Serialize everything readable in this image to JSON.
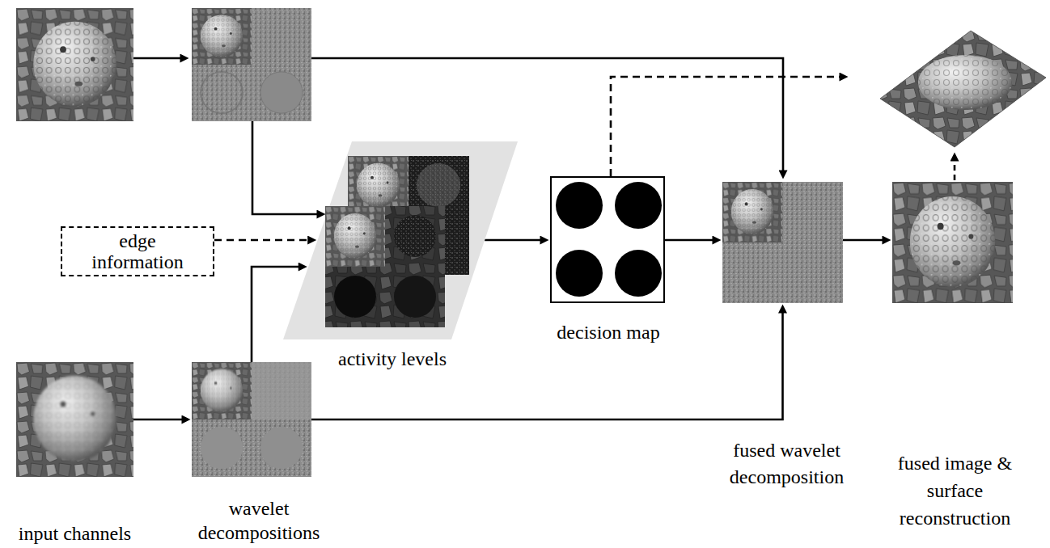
{
  "diagram": {
    "nodes": [
      {
        "text": [
          "input channels"
        ]
      },
      {
        "text": [
          "wavelet decompositions"
        ]
      },
      {
        "text": [
          "edge information"
        ]
      },
      {
        "text": [
          "activity levels"
        ]
      },
      {
        "text": [
          "decision map"
        ]
      },
      {
        "text": [
          "fused wavelet decomposition"
        ]
      },
      {
        "text": [
          "fused image & surface reconstruction"
        ]
      }
    ],
    "edges": [
      {
        "from": 0,
        "to": 1,
        "arrow": "to"
      },
      {
        "from": 1,
        "to": 3,
        "arrow": "to"
      },
      {
        "from": 2,
        "to": 3,
        "arrow": "to"
      },
      {
        "from": 3,
        "to": 4,
        "arrow": "to"
      },
      {
        "from": 4,
        "to": 5,
        "arrow": "to"
      },
      {
        "from": 1,
        "to": 5,
        "arrow": "to"
      },
      {
        "from": 5,
        "to": 6,
        "arrow": "to"
      }
    ]
  }
}
